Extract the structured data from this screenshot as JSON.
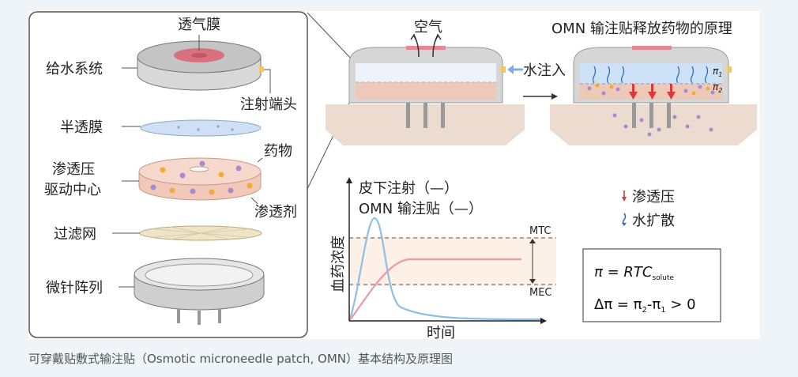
{
  "figure": {
    "exploded": {
      "breathable_membrane": "透气膜",
      "water_system": "给水系统",
      "injection_tip": "注射端头",
      "semi_permeable": "半透膜",
      "osmotic_center_line1": "渗透压",
      "osmotic_center_line2": "驱动中心",
      "drug": "药物",
      "osmotic_agent": "渗透剂",
      "filter_mesh": "过滤网",
      "microneedle_array": "微针阵列"
    },
    "principle": {
      "air": "空气",
      "water_in": "水注入",
      "title": "OMN 输注贴释放药物的原理",
      "pi1": "π",
      "pi1_sub": "1",
      "pi2": "π",
      "pi2_sub": "2"
    },
    "pk_chart": {
      "legend_sc": "皮下注射（—）",
      "legend_omn": "OMN 输注贴（—）",
      "mtc": "MTC",
      "mec": "MEC",
      "ylabel": "血药浓度",
      "xlabel": "时间",
      "colors": {
        "sc": "#8dc0e4",
        "omn": "#ee9aa0",
        "window": "#fdf0e6"
      }
    },
    "legend": {
      "osmotic_pressure": "渗透压",
      "water_diffusion": "水扩散"
    },
    "formula": {
      "pi": "π",
      "eq": " = ",
      "rtc": "RTC",
      "rtc_sub": "solute",
      "delta": "Δπ = π",
      "sub2": "2",
      "minus": "-π",
      "sub1": "1",
      "gt": " > 0"
    }
  },
  "caption": "可穿戴贴敷式输注贴（Osmotic microneedle patch, OMN）基本结构及原理图"
}
